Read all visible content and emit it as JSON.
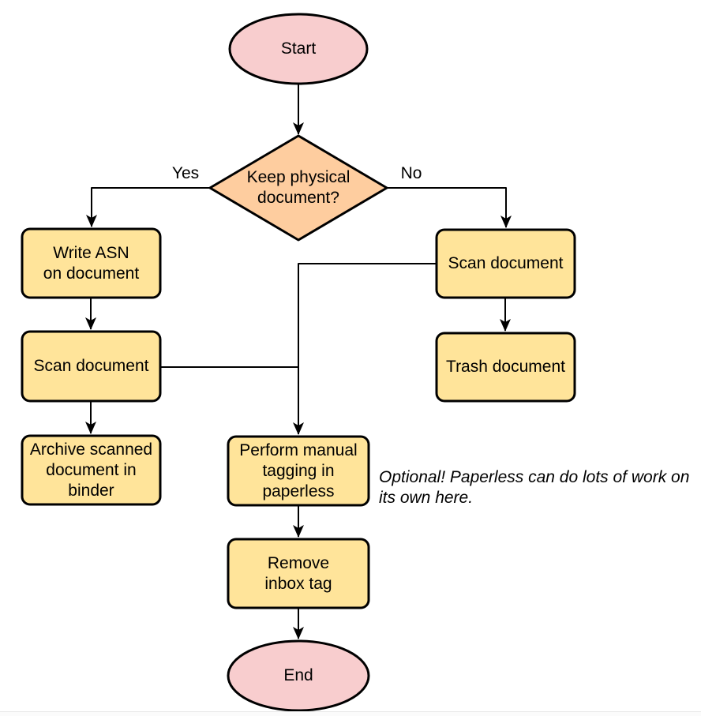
{
  "colors": {
    "background": "#ffffff",
    "terminator_fill": "#f8cdce",
    "decision_fill": "#fecd9f",
    "process_fill": "#ffe49a",
    "border": "#000000",
    "line": "#000000"
  },
  "nodes": {
    "start": {
      "type": "terminator",
      "label": "Start"
    },
    "decision": {
      "type": "decision",
      "label": "Keep physical\ndocument?"
    },
    "write_asn": {
      "type": "process",
      "label": "Write ASN\non document"
    },
    "scan_left": {
      "type": "process",
      "label": "Scan document"
    },
    "archive": {
      "type": "process",
      "label": "Archive scanned\ndocument in\nbinder"
    },
    "scan_right": {
      "type": "process",
      "label": "Scan document"
    },
    "trash": {
      "type": "process",
      "label": "Trash document"
    },
    "tagging": {
      "type": "process",
      "label": "Perform manual\ntagging in\npaperless"
    },
    "remove_inbox": {
      "type": "process",
      "label": "Remove\ninbox tag"
    },
    "end": {
      "type": "terminator",
      "label": "End"
    }
  },
  "edge_labels": {
    "yes": "Yes",
    "no": "No"
  },
  "note": {
    "text": "Optional! Paperless can do lots of work on\nits own here."
  }
}
